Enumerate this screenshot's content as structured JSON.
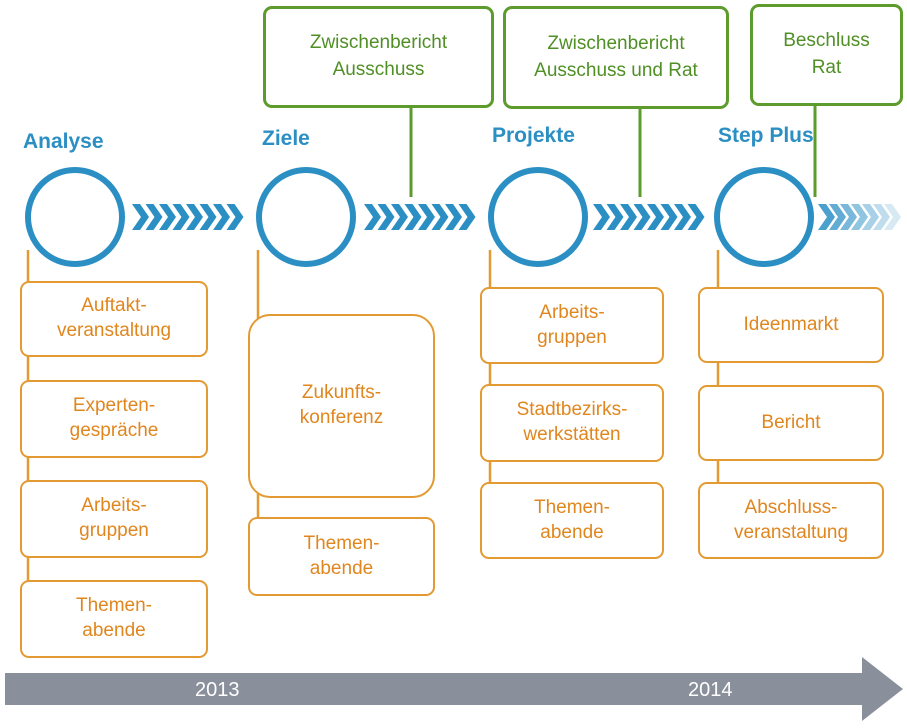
{
  "phases": [
    {
      "title": "Analyse"
    },
    {
      "title": "Ziele"
    },
    {
      "title": "Projekte"
    },
    {
      "title": "Step Plus"
    }
  ],
  "milestones": [
    {
      "line1": "Zwischenbericht",
      "line2": "Ausschuss"
    },
    {
      "line1": "Zwischenbericht",
      "line2": "Ausschuss und Rat"
    },
    {
      "line1": "Beschluss",
      "line2": "Rat"
    }
  ],
  "activities": {
    "analyse": [
      {
        "line1": "Auftakt-",
        "line2": "veranstaltung"
      },
      {
        "line1": "Experten-",
        "line2": "gespräche"
      },
      {
        "line1": "Arbeits-",
        "line2": "gruppen"
      },
      {
        "line1": "Themen-",
        "line2": "abende"
      }
    ],
    "ziele": [
      {
        "line1": "Zukunfts-",
        "line2": "konferenz"
      },
      {
        "line1": "Themen-",
        "line2": "abende"
      }
    ],
    "projekte": [
      {
        "line1": "Arbeits-",
        "line2": "gruppen"
      },
      {
        "line1": "Stadtbezirks-",
        "line2": "werkstätten"
      },
      {
        "line1": "Themen-",
        "line2": "abende"
      }
    ],
    "step_plus": [
      {
        "line1": "Ideenmarkt"
      },
      {
        "line1": "Bericht"
      },
      {
        "line1": "Abschluss-",
        "line2": "veranstaltung"
      }
    ]
  },
  "timeline": {
    "years": [
      "2013",
      "2014"
    ]
  },
  "colors": {
    "phase": "#2b8fc4",
    "activity": "#e39a33",
    "milestone": "#5d9b2c",
    "timeline": "#8a8f9c"
  }
}
